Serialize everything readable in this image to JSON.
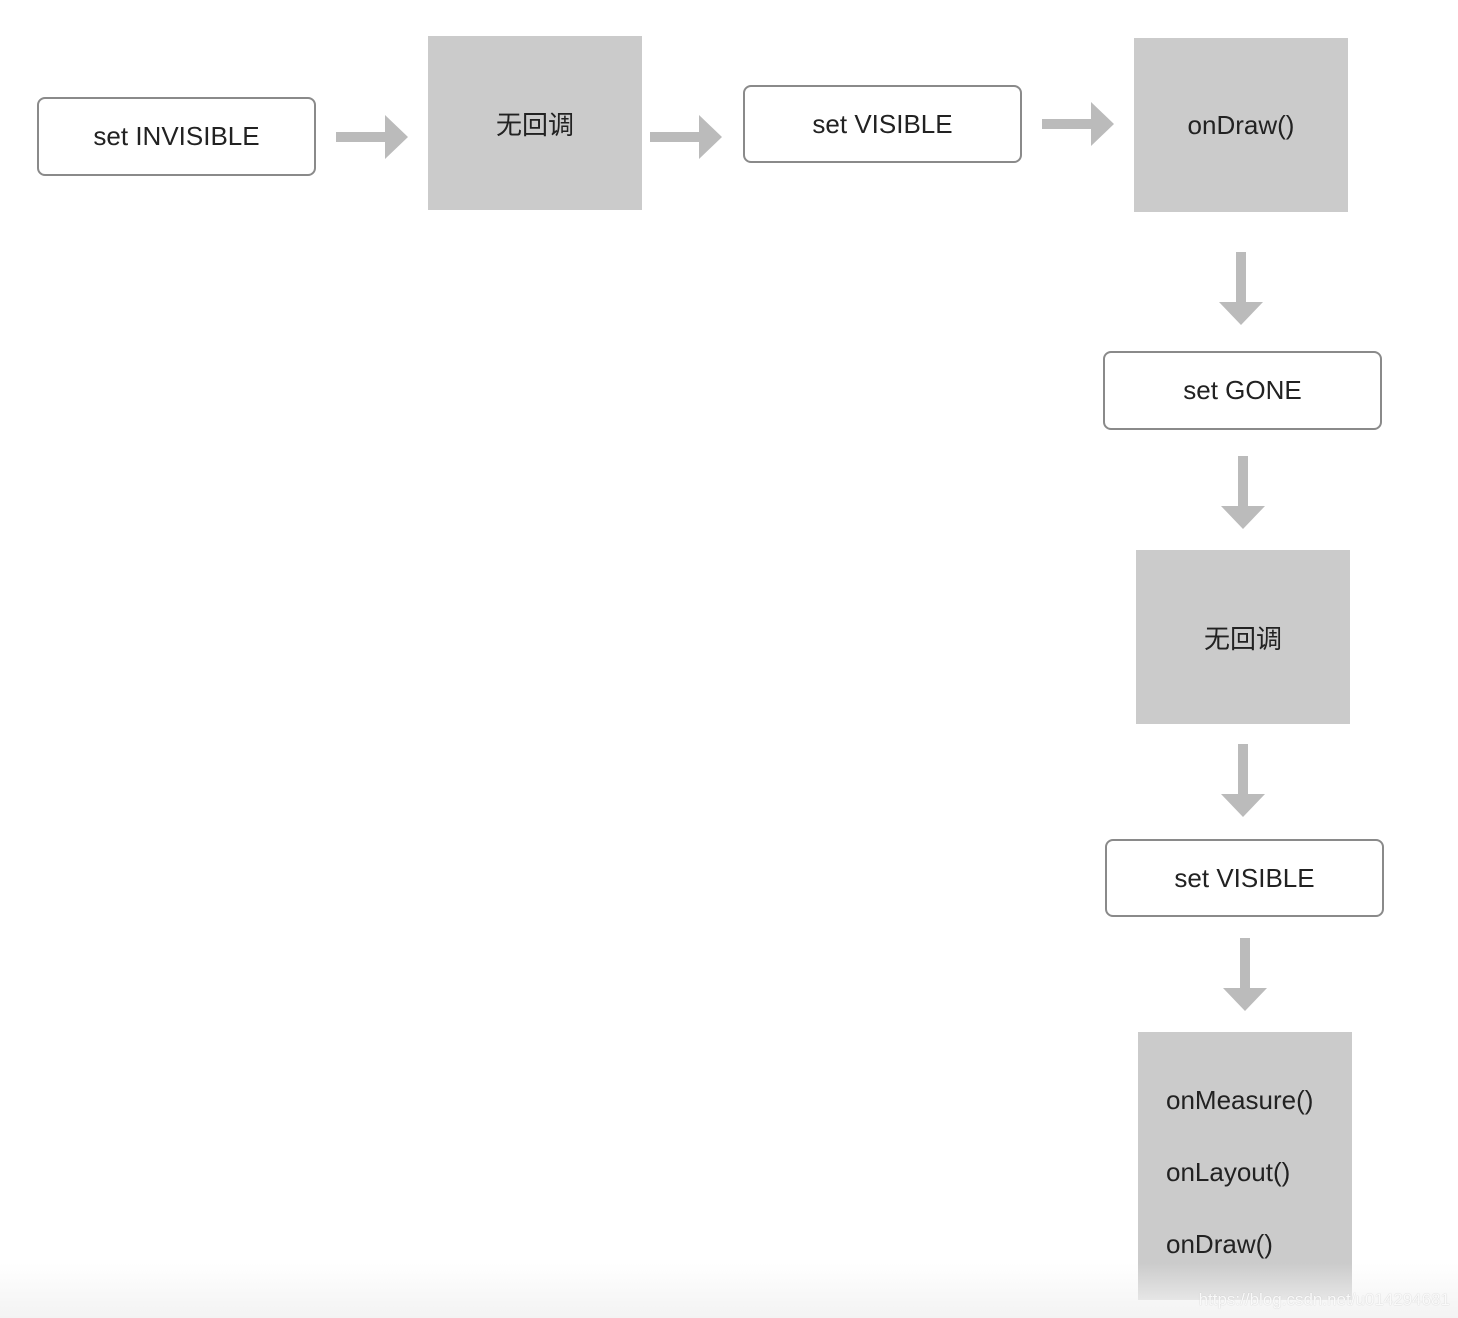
{
  "nodes": {
    "set_invisible": "set INVISIBLE",
    "no_callback_1": "无回调",
    "set_visible_1": "set VISIBLE",
    "on_draw_1": "onDraw()",
    "set_gone": "set GONE",
    "no_callback_2": "无回调",
    "set_visible_2": "set VISIBLE",
    "final_callbacks": [
      "onMeasure()",
      "onLayout()",
      "onDraw()"
    ]
  },
  "colors": {
    "arrow": "#bbbbbb",
    "process_box": "#cbcbcb",
    "action_border": "#8a8a8a"
  },
  "watermark": "https://blog.csdn.net/u014294681"
}
